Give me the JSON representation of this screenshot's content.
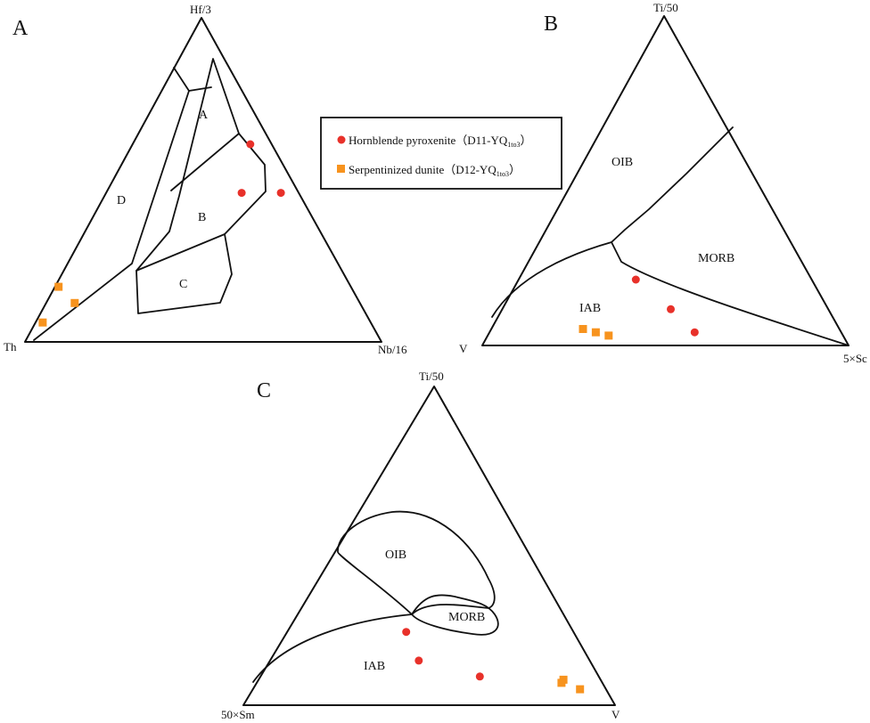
{
  "colors": {
    "hornblende": "#e8312a",
    "serpentinized": "#f7931e",
    "line": "#111111"
  },
  "legend": {
    "items": [
      {
        "marker": "circle",
        "color": "#e8312a",
        "text": "Hornblende pyroxenite（D11-YQ",
        "sub": "1to3",
        "tail": "）"
      },
      {
        "marker": "square",
        "color": "#f7931e",
        "text": "Serpentinized dunite（D12-YQ",
        "sub": "1to3",
        "tail": "）"
      }
    ]
  },
  "chart_data": [
    {
      "type": "scatter",
      "subtype": "ternary",
      "panel_label": "A",
      "vertices": {
        "top": "Hf/3",
        "left": "Th",
        "right": "Nb/16"
      },
      "fields": [
        "A",
        "B",
        "C",
        "D"
      ],
      "series": [
        {
          "marker": "circle",
          "color": "#e8312a",
          "points": [
            {
              "top": 0.61,
              "left": 0.06,
              "right": 0.33
            },
            {
              "top": 0.46,
              "left": 0.05,
              "right": 0.49
            },
            {
              "top": 0.46,
              "left": 0.16,
              "right": 0.38
            }
          ]
        },
        {
          "marker": "square",
          "color": "#f7931e",
          "points": [
            {
              "top": 0.17,
              "left": 0.82,
              "right": 0.01
            },
            {
              "top": 0.12,
              "left": 0.8,
              "right": 0.08
            },
            {
              "top": 0.06,
              "left": 0.92,
              "right": 0.02
            }
          ]
        }
      ]
    },
    {
      "type": "scatter",
      "subtype": "ternary",
      "panel_label": "B",
      "vertices": {
        "top": "Ti/50",
        "left": "V",
        "right": "5×Sc"
      },
      "fields": [
        "OIB",
        "MORB",
        "IAB"
      ],
      "series": [
        {
          "marker": "circle",
          "color": "#e8312a",
          "points": [
            {
              "top": 0.2,
              "left": 0.48,
              "right": 0.32
            },
            {
              "top": 0.11,
              "left": 0.43,
              "right": 0.46
            },
            {
              "top": 0.04,
              "left": 0.4,
              "right": 0.56
            }
          ]
        },
        {
          "marker": "square",
          "color": "#f7931e",
          "points": [
            {
              "top": 0.05,
              "left": 0.7,
              "right": 0.25
            },
            {
              "top": 0.04,
              "left": 0.67,
              "right": 0.29
            },
            {
              "top": 0.03,
              "left": 0.64,
              "right": 0.33
            }
          ]
        }
      ]
    },
    {
      "type": "scatter",
      "subtype": "ternary",
      "panel_label": "C",
      "vertices": {
        "top": "Ti/50",
        "left": "50×Sm",
        "right": "V"
      },
      "fields": [
        "OIB",
        "MORB",
        "IAB"
      ],
      "series": [
        {
          "marker": "circle",
          "color": "#e8312a",
          "points": [
            {
              "top": 0.23,
              "left": 0.45,
              "right": 0.32
            },
            {
              "top": 0.14,
              "left": 0.46,
              "right": 0.4
            },
            {
              "top": 0.09,
              "left": 0.32,
              "right": 0.59
            }
          ]
        },
        {
          "marker": "square",
          "color": "#f7931e",
          "points": [
            {
              "top": 0.08,
              "left": 0.1,
              "right": 0.82
            },
            {
              "top": 0.07,
              "left": 0.11,
              "right": 0.82
            },
            {
              "top": 0.05,
              "left": 0.07,
              "right": 0.88
            }
          ]
        }
      ]
    }
  ]
}
